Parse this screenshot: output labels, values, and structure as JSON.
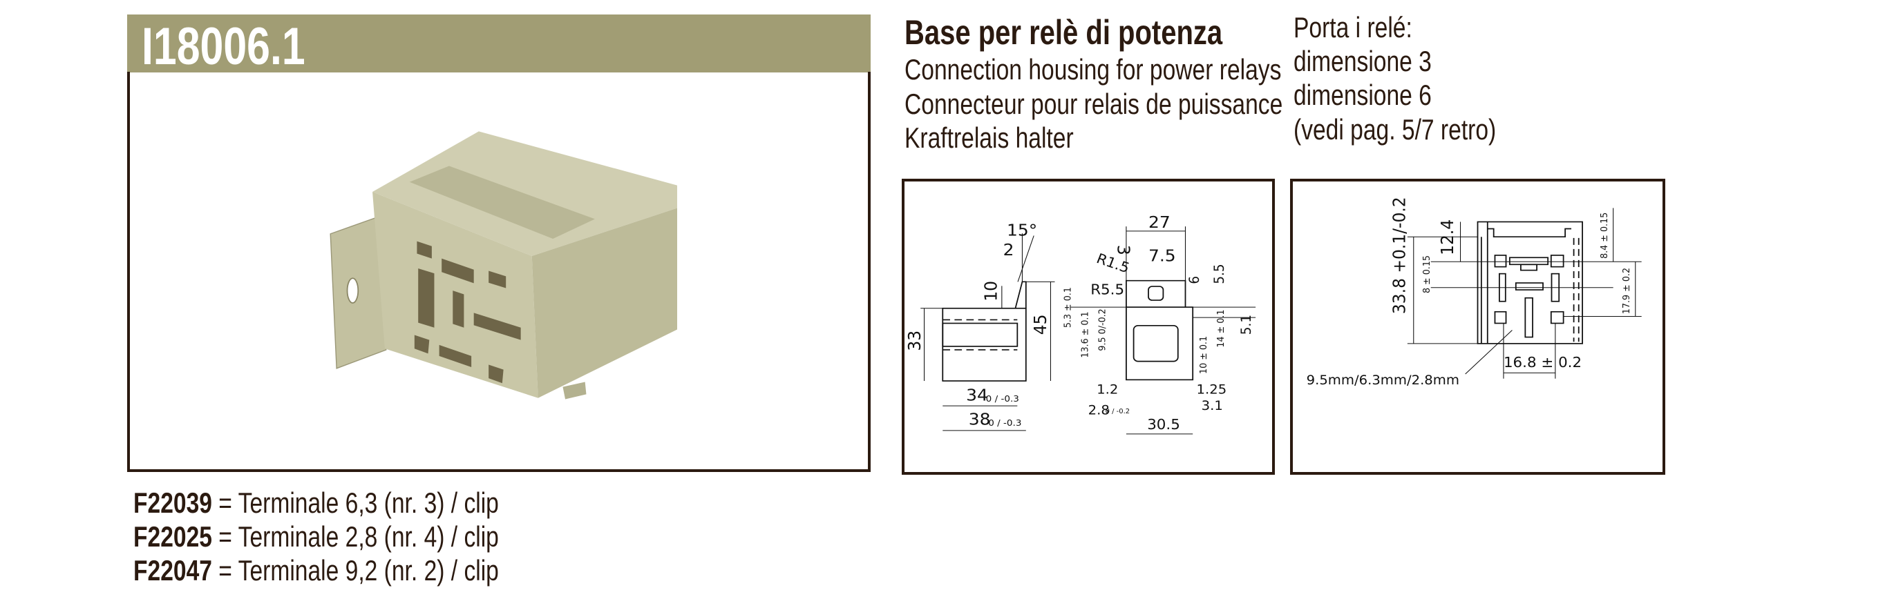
{
  "header": {
    "product_code": "I18006.1",
    "color": "#a19d74"
  },
  "description": {
    "title": "Base per relè di potenza",
    "lines": [
      "Connection housing for power relays",
      "Connecteur pour relais de puissance",
      "Kraftrelais halter"
    ]
  },
  "compatibility": {
    "lines": [
      "Porta i relé:",
      "dimensione 3",
      "dimensione 6",
      "(vedi pag. 5/7 retro)"
    ]
  },
  "accessories": [
    {
      "code": "F22039",
      "desc": "= Terminale 6,3 (nr. 3) / clip"
    },
    {
      "code": "F22025",
      "desc": "= Terminale 2,8 (nr. 4) / clip"
    },
    {
      "code": "F22047",
      "desc": "= Terminale 9,2 (nr. 2) / clip"
    }
  ],
  "drawing1": {
    "angle": "15°",
    "d2": "2",
    "d10": "10",
    "d33": "33",
    "d45": "45",
    "d34": "34",
    "d34_tol": "0 / -0.3",
    "d38": "38",
    "d38_tol": "0 / -0.3",
    "d27": "27",
    "d3": "3",
    "d7_5": "7.5",
    "r1_5": "R1.5",
    "r5_5": "R5.5",
    "d5_3": "5.3 ± 0.1",
    "d13_6": "13.6 ± 0.1",
    "d9_5": "9.5 0/-0.2",
    "d6": "6",
    "d5_5": "5.5",
    "d5_1": "5.1",
    "d14": "14 ± 0.1",
    "d10b": "10 ± 0.1",
    "d1_2": "1.2",
    "d2_8": "2.8",
    "d2_8_tol": "0 / -0.2",
    "d1_25": "1.25",
    "d3_1": "3.1",
    "d30_5": "30.5"
  },
  "drawing2": {
    "d33_8": "33.8 +0.1/-0.2",
    "d12_4": "12.4",
    "d8": "8 ± 0.15",
    "d8_4": "8.4 ± 0.15",
    "d17_9": "17.9 ± 0.2",
    "d16_8": "16.8 ± 0.2",
    "terminal_note": "9.5mm/6.3mm/2.8mm"
  }
}
